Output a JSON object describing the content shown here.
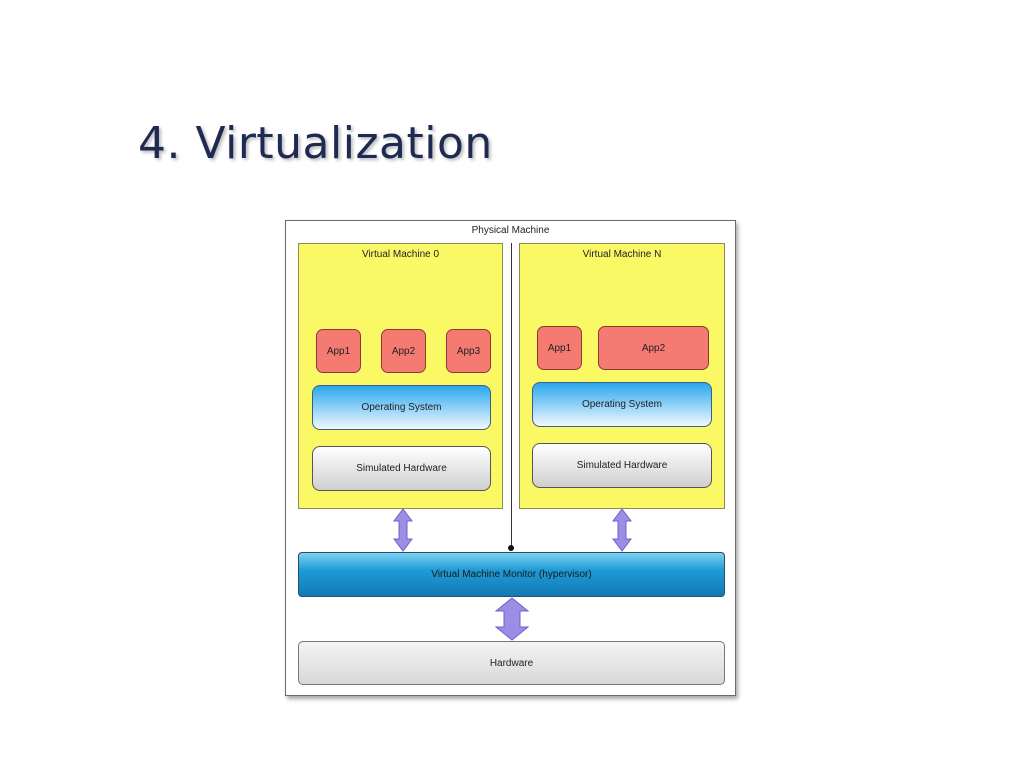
{
  "slide": {
    "title": "4. Virtualization"
  },
  "diagram": {
    "physical_machine": "Physical Machine",
    "vm0": {
      "label": "Virtual Machine 0",
      "apps": [
        "App1",
        "App2",
        "App3"
      ],
      "os": "Operating System",
      "simulated_hardware": "Simulated Hardware"
    },
    "vmN": {
      "label": "Virtual Machine N",
      "apps": [
        "App1",
        "App2"
      ],
      "os": "Operating System",
      "simulated_hardware": "Simulated Hardware"
    },
    "vmm": "Virtual Machine Monitor (hypervisor)",
    "hardware": "Hardware"
  },
  "colors": {
    "vm_background": "#fbf866",
    "app": "#f47a72",
    "arrow": "#9a8ee6",
    "title": "#1f2a52"
  }
}
